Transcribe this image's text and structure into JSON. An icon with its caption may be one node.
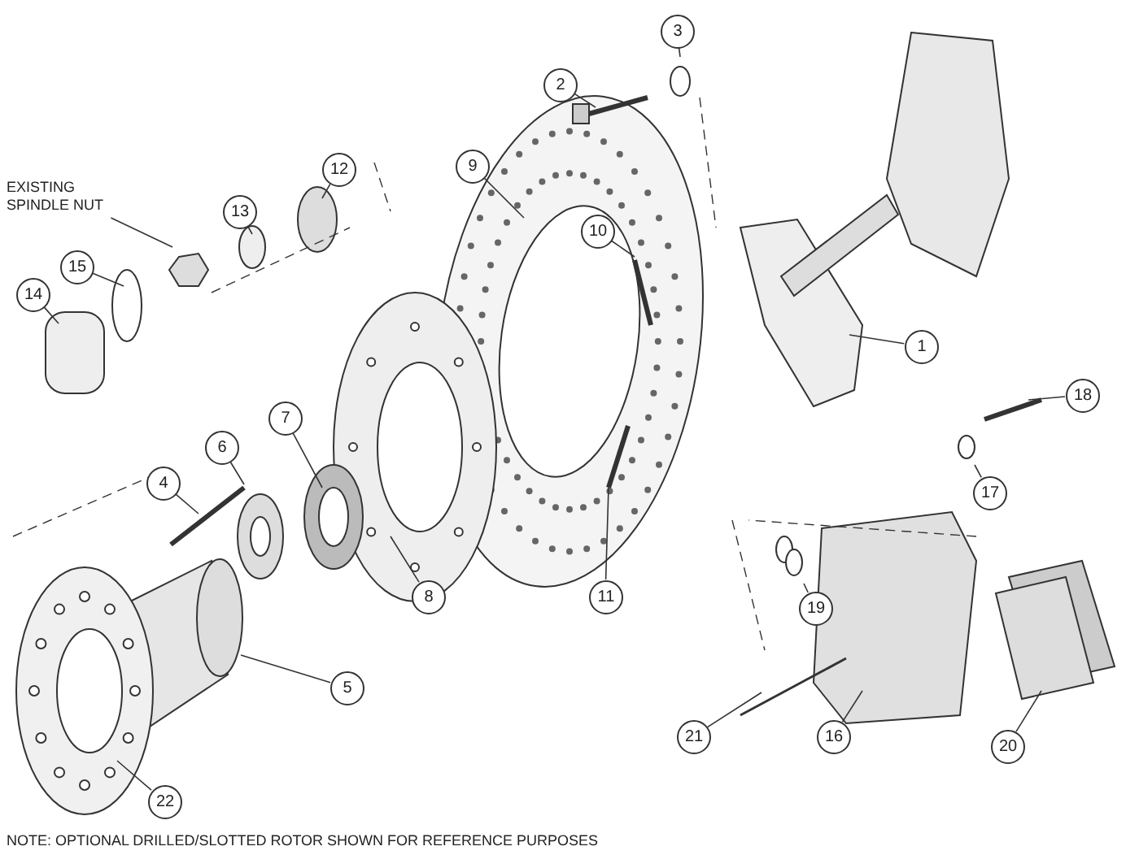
{
  "diagram": {
    "nodes": [
      {
        "text": [
          "3"
        ]
      },
      {
        "text": [
          "2"
        ]
      },
      {
        "text": [
          "9"
        ]
      },
      {
        "text": [
          "12"
        ]
      },
      {
        "text": [
          "EXISTING SPINDLE NUT"
        ]
      },
      {
        "text": [
          "13"
        ]
      },
      {
        "text": [
          "10"
        ]
      },
      {
        "text": [
          "15"
        ]
      },
      {
        "text": [
          "14"
        ]
      },
      {
        "text": [
          "1"
        ]
      },
      {
        "text": [
          "18"
        ]
      },
      {
        "text": [
          "7"
        ]
      },
      {
        "text": [
          "6"
        ]
      },
      {
        "text": [
          "17"
        ]
      },
      {
        "text": [
          "4"
        ]
      },
      {
        "text": [
          "19"
        ]
      },
      {
        "text": [
          "8"
        ]
      },
      {
        "text": [
          "11"
        ]
      },
      {
        "text": [
          "5"
        ]
      },
      {
        "text": [
          "21"
        ]
      },
      {
        "text": [
          "16"
        ]
      },
      {
        "text": [
          "20"
        ]
      },
      {
        "text": [
          "22"
        ]
      }
    ],
    "edges": [
      {
        "from": 0,
        "to": null,
        "arrow": "none"
      },
      {
        "from": 1,
        "to": null,
        "arrow": "none"
      },
      {
        "from": 2,
        "to": null,
        "arrow": "none"
      },
      {
        "from": 3,
        "to": null,
        "arrow": "none"
      },
      {
        "from": 4,
        "to": null,
        "arrow": "none"
      },
      {
        "from": 5,
        "to": null,
        "arrow": "none"
      },
      {
        "from": 6,
        "to": null,
        "arrow": "none"
      },
      {
        "from": 7,
        "to": null,
        "arrow": "none"
      },
      {
        "from": 8,
        "to": null,
        "arrow": "none"
      },
      {
        "from": 9,
        "to": null,
        "arrow": "none"
      },
      {
        "from": 10,
        "to": null,
        "arrow": "none"
      },
      {
        "from": 11,
        "to": null,
        "arrow": "none"
      },
      {
        "from": 12,
        "to": null,
        "arrow": "none"
      },
      {
        "from": 13,
        "to": null,
        "arrow": "none"
      },
      {
        "from": 14,
        "to": null,
        "arrow": "none"
      },
      {
        "from": 15,
        "to": null,
        "arrow": "none"
      },
      {
        "from": 16,
        "to": null,
        "arrow": "none"
      },
      {
        "from": 17,
        "to": null,
        "arrow": "none"
      },
      {
        "from": 18,
        "to": null,
        "arrow": "none"
      },
      {
        "from": 19,
        "to": null,
        "arrow": "none"
      },
      {
        "from": 20,
        "to": null,
        "arrow": "none"
      },
      {
        "from": 21,
        "to": null,
        "arrow": "none"
      },
      {
        "from": 22,
        "to": null,
        "arrow": "none"
      }
    ],
    "labels": [
      "NOTE: OPTIONAL DRILLED/SLOTTED ROTOR SHOWN FOR REFERENCE PURPOSES"
    ]
  }
}
